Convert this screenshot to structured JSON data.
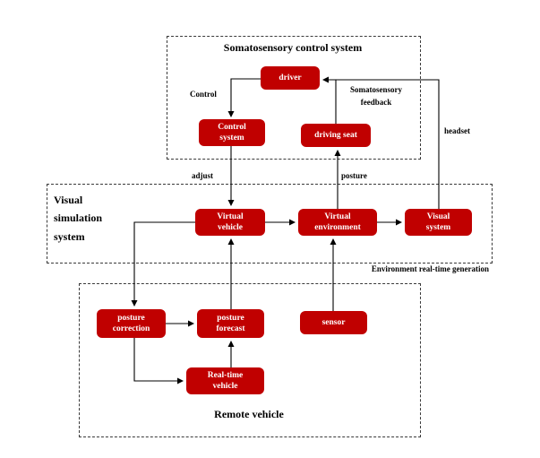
{
  "diagram": {
    "groups": {
      "somatosensory": {
        "title": "Somatosensory control system"
      },
      "visual": {
        "title": "Visual\nsimulation\nsystem"
      },
      "remote": {
        "title": "Remote vehicle"
      }
    },
    "nodes": {
      "driver": "driver",
      "control_system": "Control\nsystem",
      "driving_seat": "driving seat",
      "virtual_vehicle": "Virtual\nvehicle",
      "virtual_environment": "Virtual\nenvironment",
      "visual_system": "Visual\nsystem",
      "posture_correction": "posture\ncorrection",
      "posture_forecast": "posture\nforecast",
      "sensor": "sensor",
      "realtime_vehicle": "Real-time\nvehicle"
    },
    "edge_labels": {
      "control": "Control",
      "somatosensory_feedback": "Somatosensory\nfeedback",
      "headset": "headset",
      "adjust": "adjust",
      "posture": "posture",
      "environment_generation": "Environment real-time generation"
    },
    "edges": [
      {
        "from": "driver",
        "to": "Control system",
        "label": "Control"
      },
      {
        "from": "Control system",
        "to": "Virtual vehicle",
        "label": "adjust"
      },
      {
        "from": "driving seat",
        "to": "driver",
        "label": "Somatosensory feedback"
      },
      {
        "from": "Visual system",
        "to": "driver",
        "label": "headset"
      },
      {
        "from": "Virtual vehicle",
        "to": "Virtual environment",
        "label": ""
      },
      {
        "from": "Virtual environment",
        "to": "Visual system",
        "label": ""
      },
      {
        "from": "Virtual environment",
        "to": "driving seat",
        "label": "posture"
      },
      {
        "from": "sensor",
        "to": "Virtual environment",
        "label": "Environment real-time generation"
      },
      {
        "from": "posture correction",
        "to": "posture forecast",
        "label": ""
      },
      {
        "from": "posture forecast",
        "to": "Virtual vehicle",
        "label": ""
      },
      {
        "from": "Real-time vehicle",
        "to": "posture forecast",
        "label": ""
      },
      {
        "from": "Virtual vehicle",
        "to": "posture correction",
        "label": ""
      },
      {
        "from": "posture correction",
        "to": "Real-time vehicle",
        "label": ""
      }
    ],
    "colors": {
      "node_fill": "#c00000",
      "node_text": "#ffffff",
      "line": "#000000"
    }
  }
}
